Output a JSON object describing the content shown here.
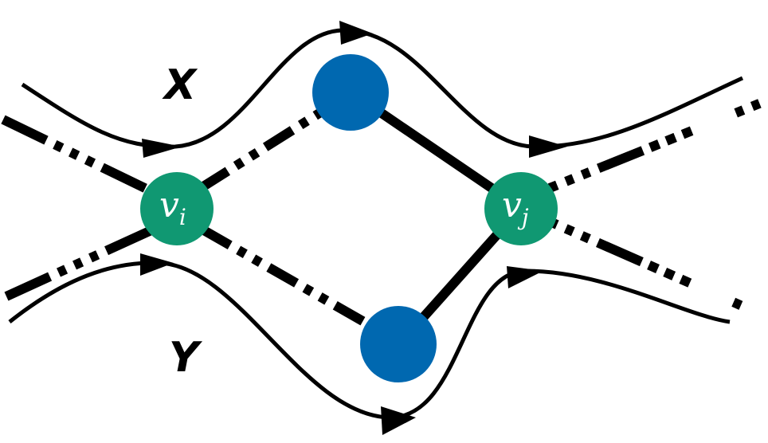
{
  "diagram": {
    "paths": {
      "x_label": "X",
      "y_label": "Y"
    },
    "nodes": {
      "vi": {
        "main": "v",
        "sub": "i",
        "color": "#109872"
      },
      "vj": {
        "main": "v",
        "sub": "j",
        "color": "#109872"
      },
      "top": {
        "color": "#0068b0"
      },
      "bottom": {
        "color": "#0068b0"
      }
    },
    "edge_color": "#000000"
  }
}
